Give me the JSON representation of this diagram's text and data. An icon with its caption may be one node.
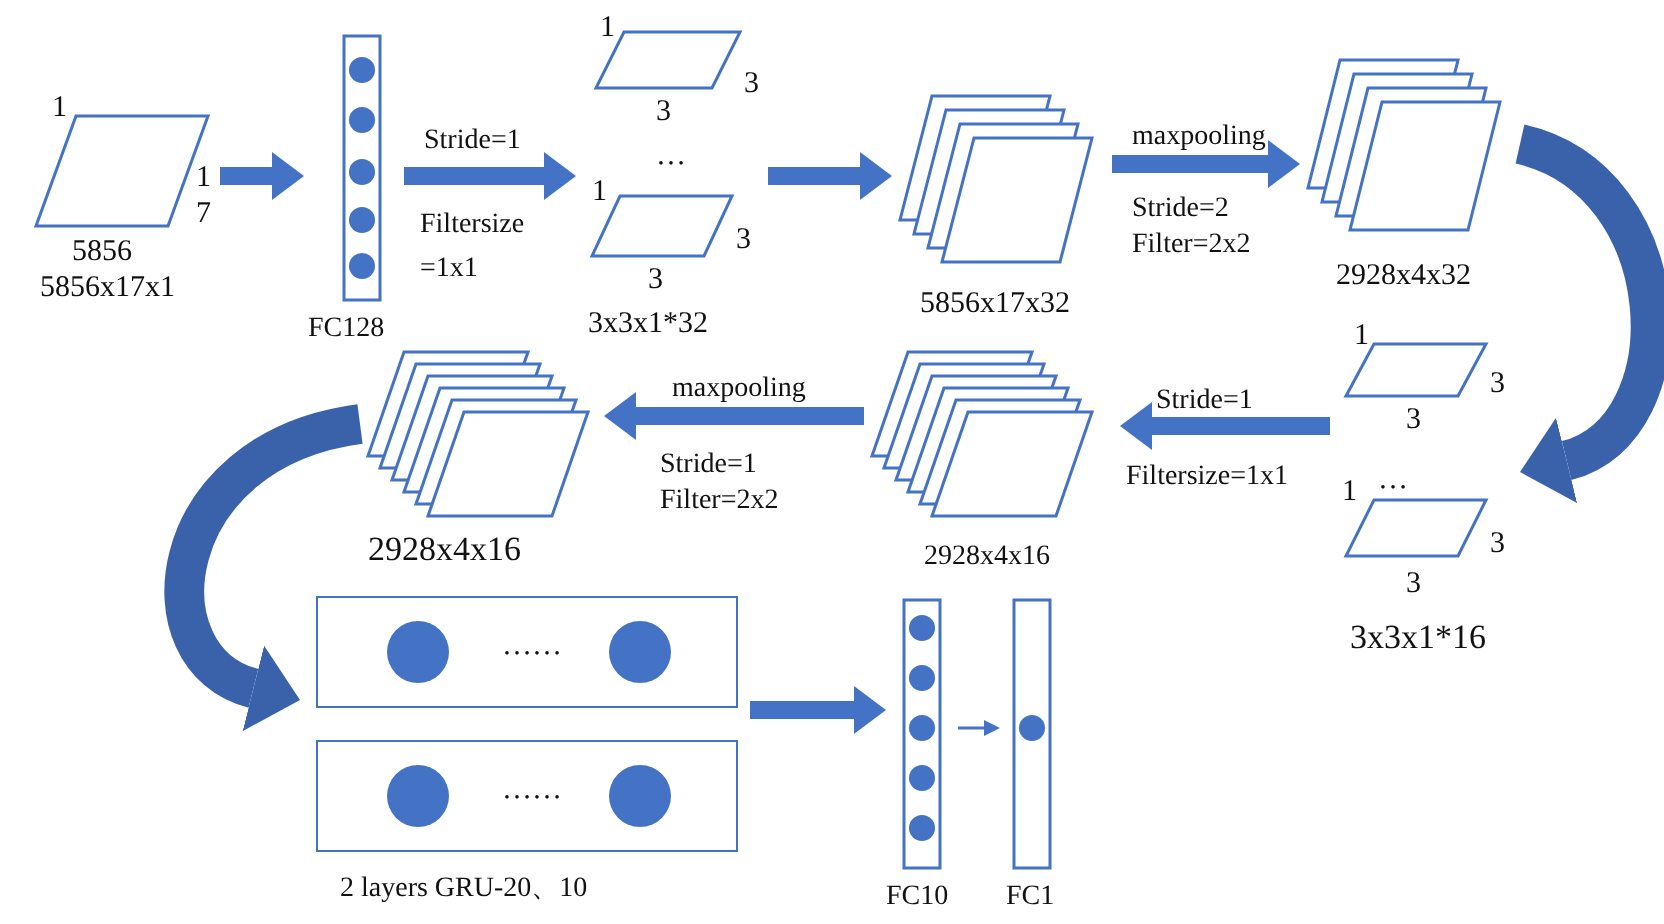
{
  "diagram": {
    "nodes": [
      {
        "text": [
          "5856x17x1"
        ],
        "beside": [
          "1",
          "1 7",
          "5856"
        ]
      },
      {
        "text": [
          "FC128"
        ]
      },
      {
        "text": [
          "1",
          "3",
          "3",
          "…",
          "1",
          "3",
          "3",
          "3x3x1*32"
        ]
      },
      {
        "text": [
          "5856x17x32"
        ]
      },
      {
        "text": [
          "2928x4x32"
        ]
      },
      {
        "text": [
          "1",
          "3",
          "3",
          "1",
          "…",
          "3",
          "3",
          "3x3x1*16"
        ]
      },
      {
        "text": [
          "2928x4x16"
        ]
      },
      {
        "text": [
          "2928x4x16"
        ]
      },
      {
        "text": [
          "2 layers GRU-20、10"
        ]
      },
      {
        "text": [
          "……"
        ],
        "in": 8
      },
      {
        "text": [
          "……"
        ],
        "in": 8
      },
      {
        "text": [
          "FC10"
        ]
      },
      {
        "text": [
          "FC1"
        ]
      }
    ],
    "edges": [
      {
        "from": 0,
        "to": 1,
        "arrow": "to"
      },
      {
        "from": 1,
        "to": 2,
        "arrow": "to",
        "label": "Stride=1"
      },
      {
        "from": 2,
        "to": 3,
        "arrow": "to"
      },
      {
        "from": 3,
        "to": 4,
        "arrow": "to",
        "label": "maxpooling"
      },
      {
        "from": 4,
        "to": 5,
        "arrow": "to",
        "style": "thick"
      },
      {
        "from": 5,
        "to": 6,
        "arrow": "to",
        "label": "Stride=1"
      },
      {
        "from": 6,
        "to": 7,
        "arrow": "to",
        "label": "maxpooling"
      },
      {
        "from": 7,
        "to": 8,
        "arrow": "to",
        "style": "thick"
      },
      {
        "from": 8,
        "to": 11,
        "arrow": "to"
      },
      {
        "from": 11,
        "to": 12,
        "arrow": "to"
      }
    ],
    "labels": [
      "Filtersize =1x1",
      "Stride=2",
      "Filter=2x2",
      "Filtersize=1x1",
      "Stride=1",
      "Filter=2x2"
    ]
  }
}
